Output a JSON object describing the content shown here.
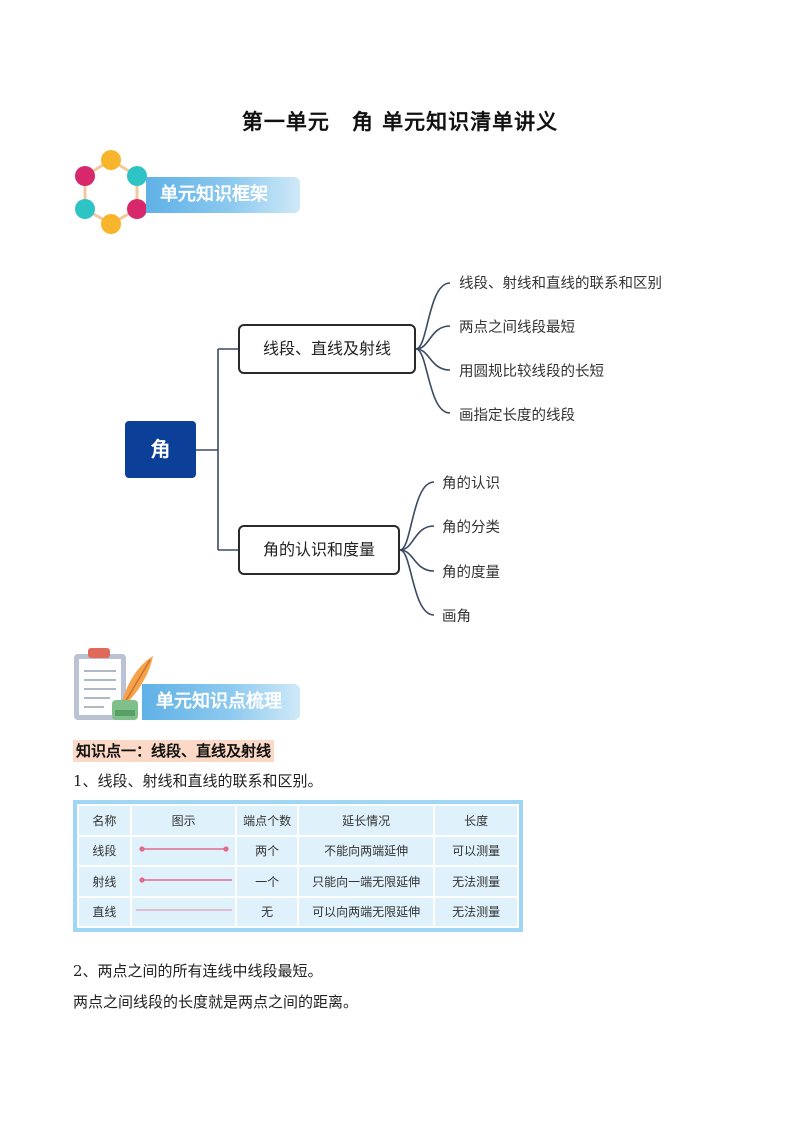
{
  "page": {
    "title": "第一单元　角 单元知识清单讲义"
  },
  "sections": {
    "framework_label": "单元知识框架",
    "points_label": "单元知识点梳理"
  },
  "mindmap": {
    "root": "角",
    "branches": [
      {
        "label": "线段、直线及射线",
        "leaves": [
          "线段、射线和直线的联系和区别",
          "两点之间线段最短",
          "用圆规比较线段的长短",
          "画指定长度的线段"
        ]
      },
      {
        "label": "角的认识和度量",
        "leaves": [
          "角的认识",
          "角的分类",
          "角的度量",
          "画角"
        ]
      }
    ]
  },
  "content": {
    "kp1_heading": "知识点一：线段、直线及射线",
    "p1": "1、线段、射线和直线的联系和区别。",
    "p2": "2、两点之间的所有连线中线段最短。",
    "p3": "两点之间线段的长度就是两点之间的距离。"
  },
  "table": {
    "headers": [
      "名称",
      "图示",
      "端点个数",
      "延长情况",
      "长度"
    ],
    "rows": [
      {
        "name": "线段",
        "endpoints": "两个",
        "extension": "不能向两端延伸",
        "length": "可以测量"
      },
      {
        "name": "射线",
        "endpoints": "一个",
        "extension": "只能向一端无限延伸",
        "length": "无法测量"
      },
      {
        "name": "直线",
        "endpoints": "无",
        "extension": "可以向两端无限延伸",
        "length": "无法测量"
      }
    ]
  },
  "colors": {
    "banner": "#5fb1e6",
    "root_node": "#0b3f98",
    "connector": "#3b4a63",
    "highlight": "#fbd9c6",
    "table_frame": "#9fd6f3",
    "table_cell": "#dff1fb",
    "figure_line": "#e26a8e"
  }
}
